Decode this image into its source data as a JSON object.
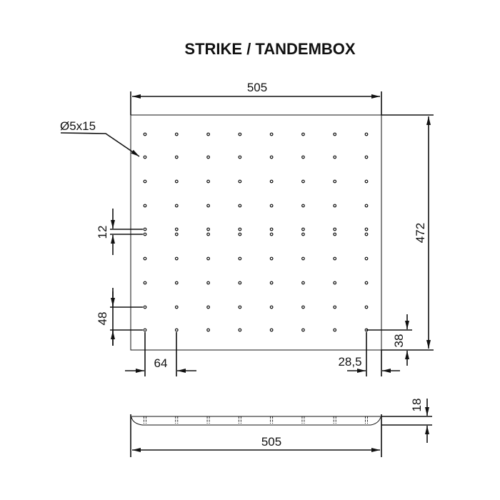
{
  "title": "STRIKE / TANDEMBOX",
  "hole_label": "Ø5x15",
  "dimensions": {
    "width_top": "505",
    "height": "472",
    "pair_gap": "12",
    "row_pitch": "48",
    "col_pitch": "64",
    "edge_offset_x": "28,5",
    "edge_offset_y": "38",
    "thickness": "18",
    "width_bottom": "505"
  },
  "grid": {
    "columns": 8,
    "rows": 9
  }
}
